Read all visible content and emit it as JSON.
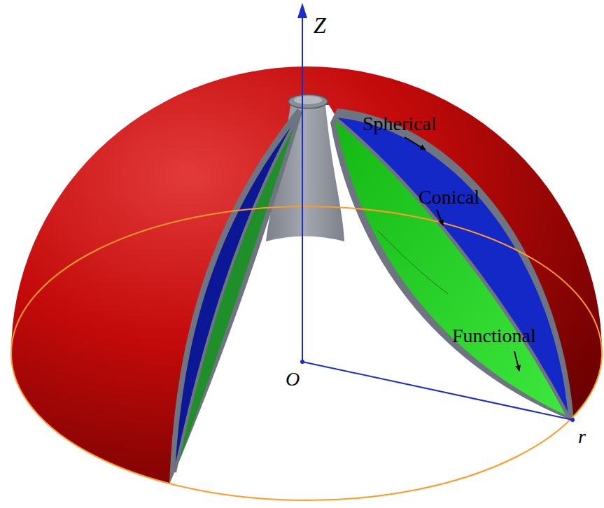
{
  "diagram": {
    "labels": [
      "Z",
      "Spherical",
      "Conical",
      "Functional",
      "O",
      "r"
    ]
  }
}
